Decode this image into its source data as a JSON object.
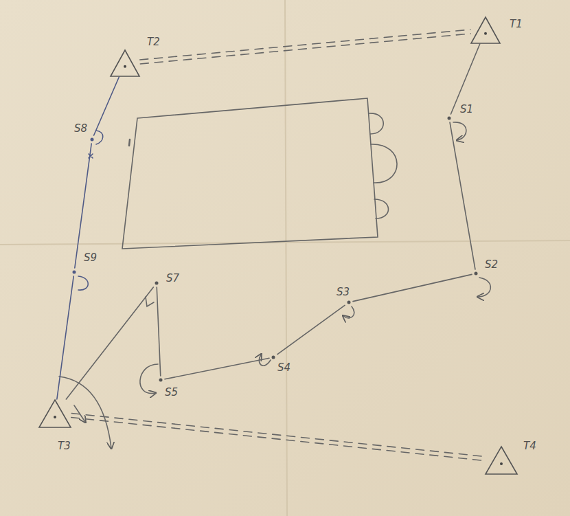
{
  "diagram": {
    "nodes": [
      {
        "text": [
          "T2"
        ]
      },
      {
        "text": [
          "T1"
        ]
      },
      {
        "text": [
          "S1"
        ]
      },
      {
        "text": [
          "S8"
        ]
      },
      {
        "text": [
          "S9"
        ]
      },
      {
        "text": [
          "S2"
        ]
      },
      {
        "text": [
          "S7"
        ]
      },
      {
        "text": [
          "S3"
        ]
      },
      {
        "text": [
          "S4"
        ]
      },
      {
        "text": [
          "S5"
        ]
      },
      {
        "text": [
          "T3"
        ]
      },
      {
        "text": [
          "T4"
        ]
      }
    ],
    "edges": [
      {
        "from": 0,
        "to": 1,
        "arrow": "none"
      },
      {
        "from": 1,
        "to": 2,
        "arrow": "none"
      },
      {
        "from": 2,
        "to": 5,
        "arrow": "none"
      },
      {
        "from": 5,
        "to": 7,
        "arrow": "none"
      },
      {
        "from": 7,
        "to": 8,
        "arrow": "none"
      },
      {
        "from": 8,
        "to": 9,
        "arrow": "none"
      },
      {
        "from": 9,
        "to": 6,
        "arrow": "none"
      },
      {
        "from": 6,
        "to": 10,
        "arrow": "none"
      },
      {
        "from": 10,
        "to": 4,
        "arrow": "none"
      },
      {
        "from": 4,
        "to": 3,
        "arrow": "none"
      },
      {
        "from": 3,
        "to": 0,
        "arrow": "none"
      },
      {
        "from": 10,
        "to": 11,
        "arrow": "none"
      }
    ]
  }
}
